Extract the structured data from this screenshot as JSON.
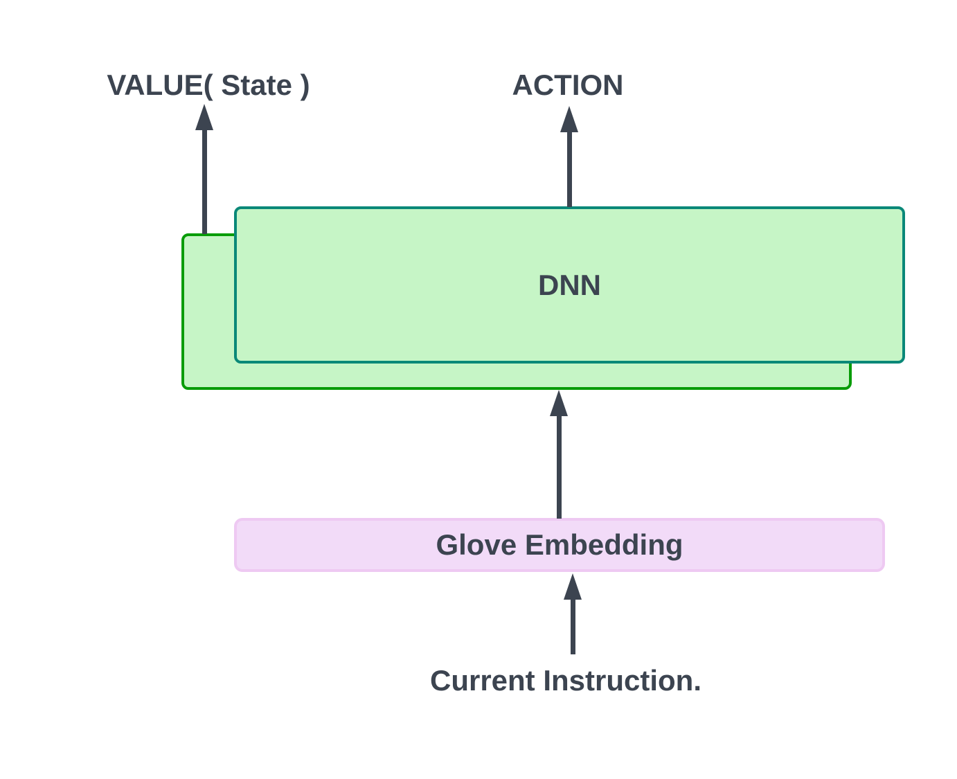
{
  "diagram": {
    "labels": {
      "value": "VALUE( State )",
      "action": "ACTION",
      "dnn": "DNN",
      "glove": "Glove Embedding",
      "instruction": "Current Instruction."
    },
    "colors": {
      "ink": "#3c4450",
      "mint_fill": "#c6f5c6",
      "green_border": "#089c08",
      "teal_border": "#0a8878",
      "lavender_fill": "#f2dbf8",
      "pink_border": "#eec9f2",
      "background": "#ffffff"
    },
    "arrows": [
      {
        "name": "value-arrow",
        "from": "dnn-back-box",
        "to": "value-state-label",
        "direction": "up"
      },
      {
        "name": "action-arrow",
        "from": "dnn-box",
        "to": "action-label",
        "direction": "up"
      },
      {
        "name": "glove-to-dnn-arrow",
        "from": "glove-embedding-box",
        "to": "dnn-back-box",
        "direction": "up"
      },
      {
        "name": "instruction-to-glove-arrow",
        "from": "current-instruction-label",
        "to": "glove-embedding-box",
        "direction": "up"
      }
    ]
  }
}
